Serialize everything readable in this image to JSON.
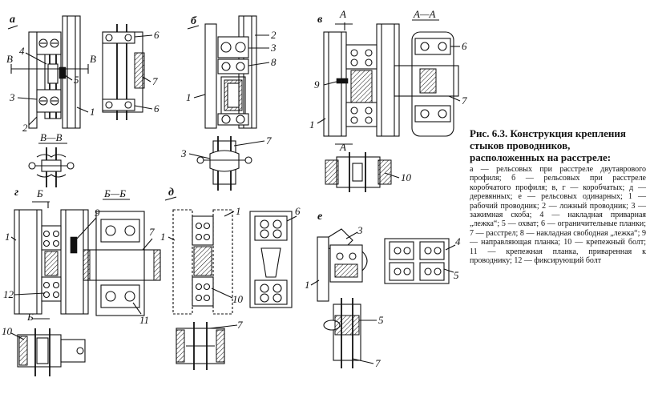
{
  "caption": {
    "title": "Рис. 6.3. Конструкция крепления стыков проводников, расположенных на расстреле:",
    "body": "а — рельсовых при расстреле двутаврового профиля; б — рельсовых при расстреле коробчатого профиля; в, г — коробчатых; д — деревянных; е — рельсовых одинарных; 1 — рабочий проводник; 2 — ложный проводник; 3 — зажимная скоба; 4 — накладная приварная „лежка“; 5 — охват; 6 — ограничительные планки; 7 — расстрел; 8 — накладная свободная „лежка“; 9 — направляющая планка; 10 — крепежный болт; 11 — крепежная планка, приваренная к проводнику; 12 — фиксирующий болт"
  },
  "panels": {
    "a": "а",
    "b": "б",
    "v": "в",
    "g": "г",
    "d": "д",
    "e": "е"
  },
  "sections": {
    "vv": "В—В",
    "aa": "А—А",
    "bb": "Б—Б",
    "v_mark": "В",
    "a_mark": "А",
    "b_mark": "Б"
  },
  "numbers": {
    "n1": "1",
    "n2": "2",
    "n3": "3",
    "n4": "4",
    "n5": "5",
    "n6": "6",
    "n7": "7",
    "n8": "8",
    "n9": "9",
    "n10": "10",
    "n11": "11",
    "n12": "12"
  }
}
